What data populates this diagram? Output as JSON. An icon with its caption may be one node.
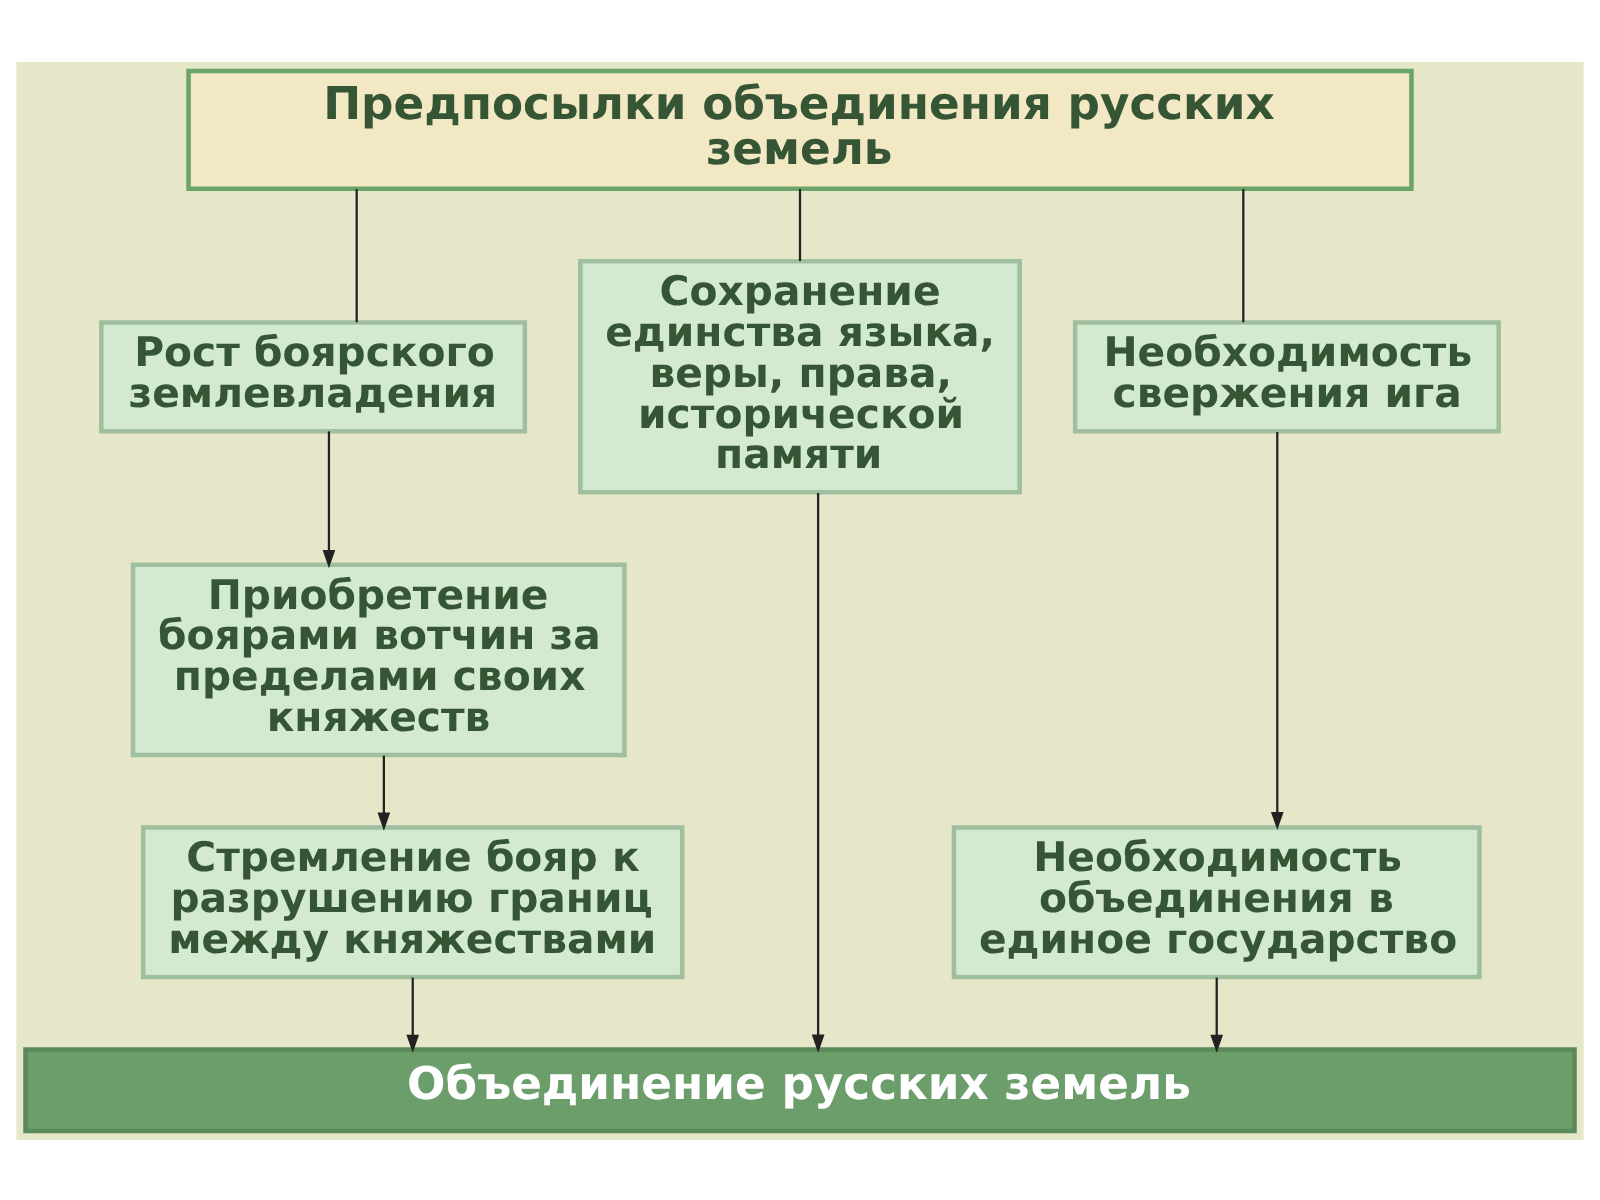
{
  "diagram": {
    "nodes": [
      {
        "text": [
          "Предпосылки объединения русских земель"
        ]
      },
      {
        "text": [
          "Рост боярского землевладения"
        ]
      },
      {
        "text": [
          "Сохранение единства языка, веры, права, исторической памяти"
        ]
      },
      {
        "text": [
          "Необходимость свержения ига"
        ]
      },
      {
        "text": [
          "Приобретение боярами вотчин за пределами своих княжеств"
        ]
      },
      {
        "text": [
          "Необходимость объединения в единое государство"
        ]
      },
      {
        "text": [
          "Стремление бояр к разрушению границ между княжествами"
        ]
      },
      {
        "text": [
          "Объединение русских земель"
        ]
      }
    ],
    "edges": [
      {
        "from": 0,
        "to": 1,
        "arrow": "none"
      },
      {
        "from": 0,
        "to": 2,
        "arrow": "none"
      },
      {
        "from": 0,
        "to": 3,
        "arrow": "none"
      },
      {
        "from": 1,
        "to": 4,
        "arrow": "to"
      },
      {
        "from": 4,
        "to": 6,
        "arrow": "to"
      },
      {
        "from": 6,
        "to": 7,
        "arrow": "to"
      },
      {
        "from": 2,
        "to": 7,
        "arrow": "to"
      },
      {
        "from": 3,
        "to": 5,
        "arrow": "to"
      },
      {
        "from": 5,
        "to": 7,
        "arrow": "to"
      }
    ]
  }
}
